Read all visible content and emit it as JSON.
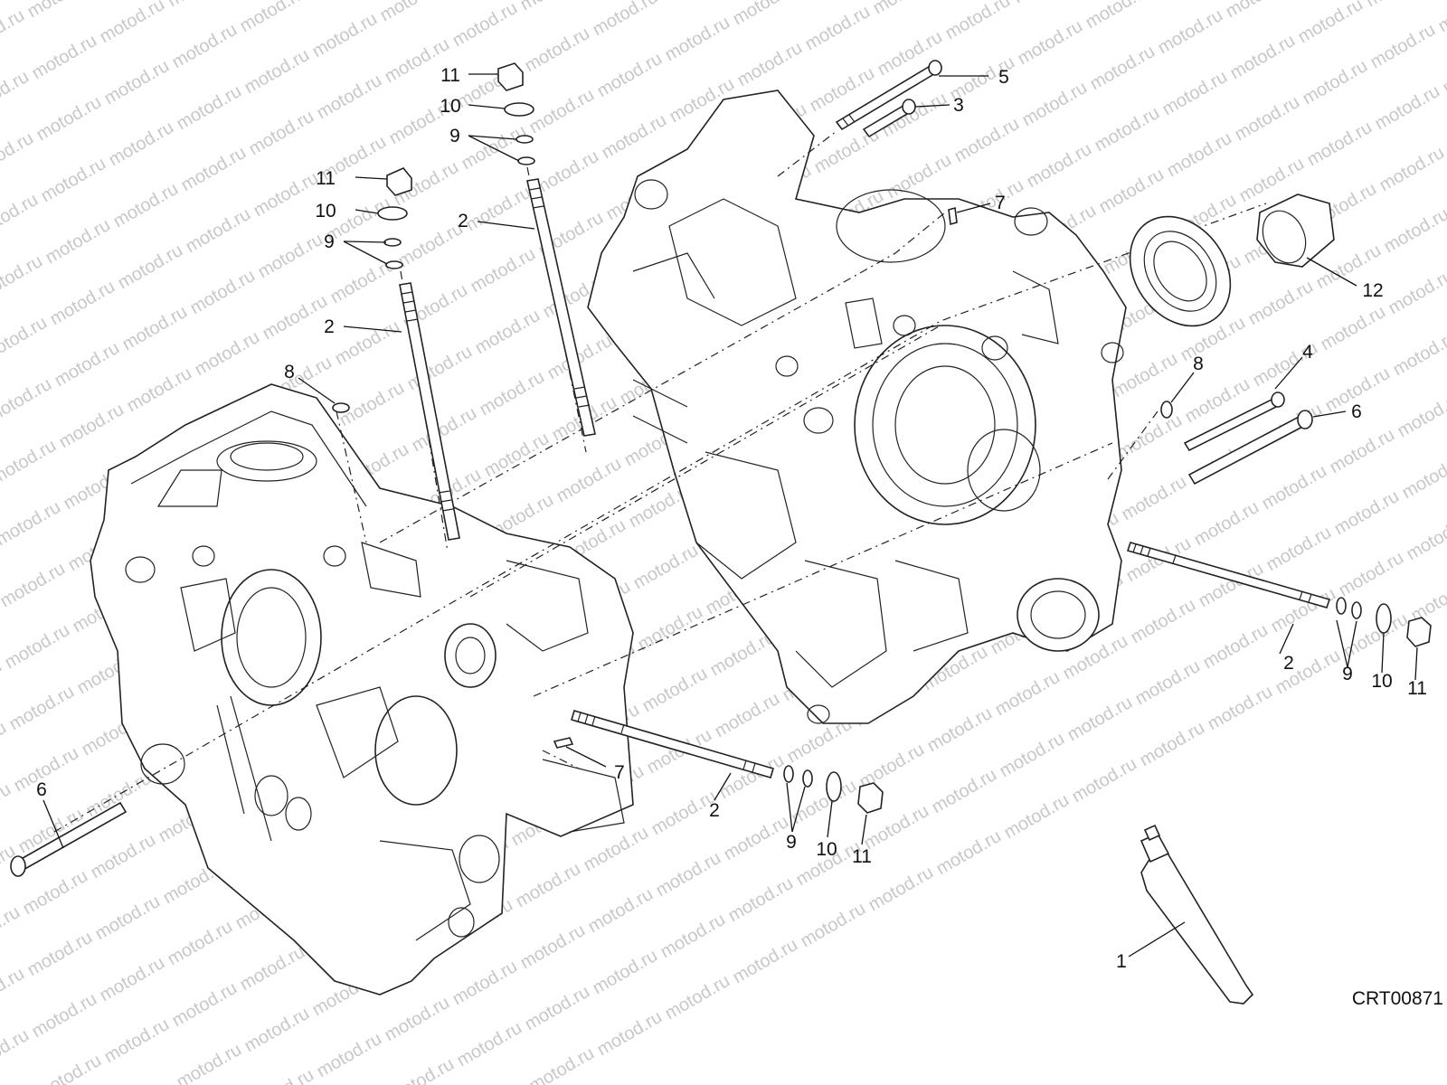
{
  "diagram": {
    "code": "CRT00871",
    "watermark_text": "motod.ru",
    "callouts": [
      {
        "label": "11"
      },
      {
        "label": "10"
      },
      {
        "label": "9"
      },
      {
        "label": "2"
      },
      {
        "label": "11"
      },
      {
        "label": "10"
      },
      {
        "label": "9"
      },
      {
        "label": "2"
      },
      {
        "label": "8"
      },
      {
        "label": "5"
      },
      {
        "label": "3"
      },
      {
        "label": "7"
      },
      {
        "label": "12"
      },
      {
        "label": "8"
      },
      {
        "label": "4"
      },
      {
        "label": "6"
      },
      {
        "label": "2"
      },
      {
        "label": "9"
      },
      {
        "label": "10"
      },
      {
        "label": "11"
      },
      {
        "label": "6"
      },
      {
        "label": "7"
      },
      {
        "label": "2"
      },
      {
        "label": "9"
      },
      {
        "label": "10"
      },
      {
        "label": "11"
      },
      {
        "label": "1"
      }
    ]
  }
}
